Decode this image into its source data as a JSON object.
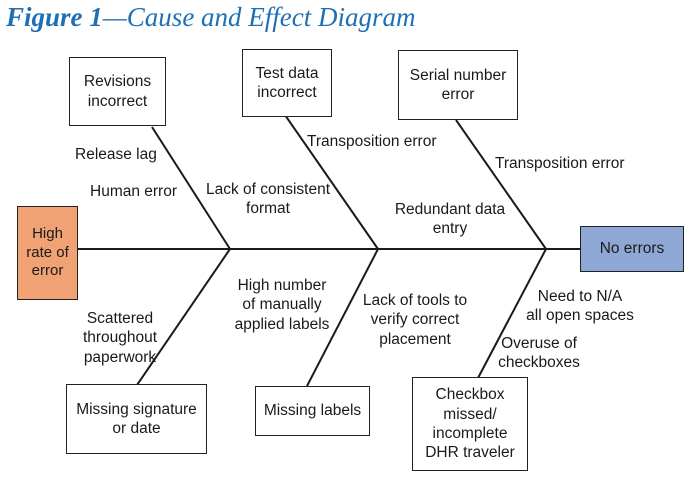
{
  "title": {
    "figure": "Figure 1",
    "dash": "—",
    "caption": "Cause and Effect Diagram"
  },
  "colors": {
    "title": "#1f6fb4",
    "problem_fill": "#f0a274",
    "effect_fill": "#8fa7d4",
    "line": "#1a1a1a"
  },
  "problem": "High\nrate of\nerror",
  "effect": "No errors",
  "top_boxes": {
    "revisions": "Revisions\nincorrect",
    "test_data": "Test data\nincorrect",
    "serial": "Serial number\nerror"
  },
  "bottom_boxes": {
    "signature": "Missing signature\nor date",
    "labels": "Missing labels",
    "checkbox": "Checkbox\nmissed/\nincomplete\nDHR traveler"
  },
  "causes": {
    "release_lag": "Release lag",
    "human_error": "Human error",
    "lack_format": "Lack of consistent\nformat",
    "transposition_1": "Transposition error",
    "transposition_2": "Transposition error",
    "redundant": "Redundant data\nentry",
    "scattered": "Scattered\nthroughout\npaperwork",
    "manual_labels": "High number\nof manually\napplied labels",
    "lack_tools": "Lack of tools to\nverify correct\nplacement",
    "need_na": "Need to N/A\nall open spaces",
    "overuse": "Overuse of\ncheckboxes"
  }
}
